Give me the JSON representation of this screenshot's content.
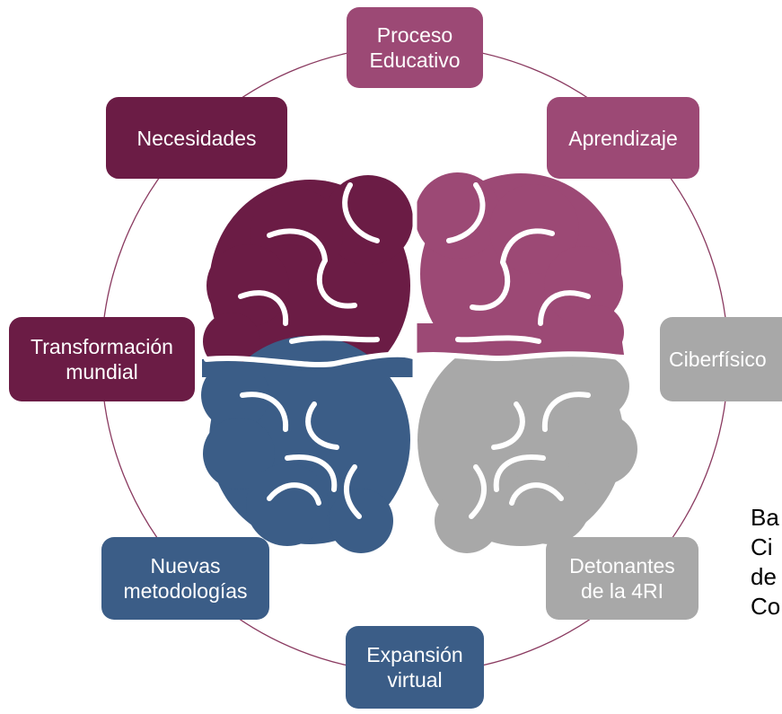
{
  "colors": {
    "wine": "#6b1c45",
    "pink": "#9c4975",
    "gray": "#a8a8a8",
    "blue": "#3b5d87",
    "ring": "#8a3a60"
  },
  "nodes": {
    "proceso": "Proceso\nEducativo",
    "aprendizaje": "Aprendizaje",
    "ciberfisico": "Ciberfísico",
    "detonantes": "Detonantes\nde la 4RI",
    "expansion": "Expansión\nvirtual",
    "nuevas": "Nuevas\nmetodologías",
    "transformacion": "Transformación\nmundial",
    "necesidades": "Necesidades"
  },
  "caption": "Ba\nCi\nde\nCo",
  "icons": {
    "center": "brain-icon"
  }
}
